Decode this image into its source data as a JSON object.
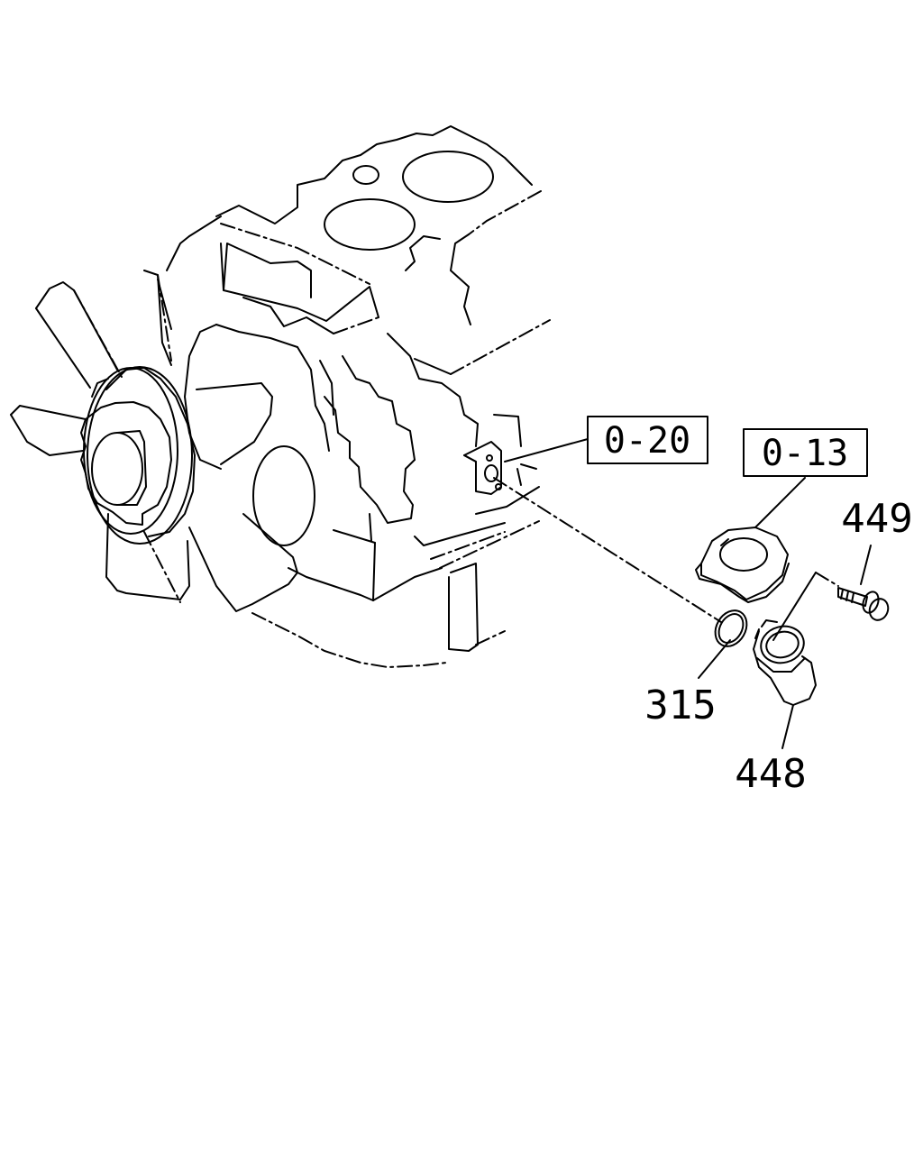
{
  "refs": [
    {
      "id": "ref-0-20",
      "label": "0-20"
    },
    {
      "id": "ref-0-13",
      "label": "0-13"
    }
  ],
  "parts": [
    {
      "id": "part-449",
      "label": "449"
    },
    {
      "id": "part-315",
      "label": "315"
    },
    {
      "id": "part-448",
      "label": "448"
    }
  ]
}
